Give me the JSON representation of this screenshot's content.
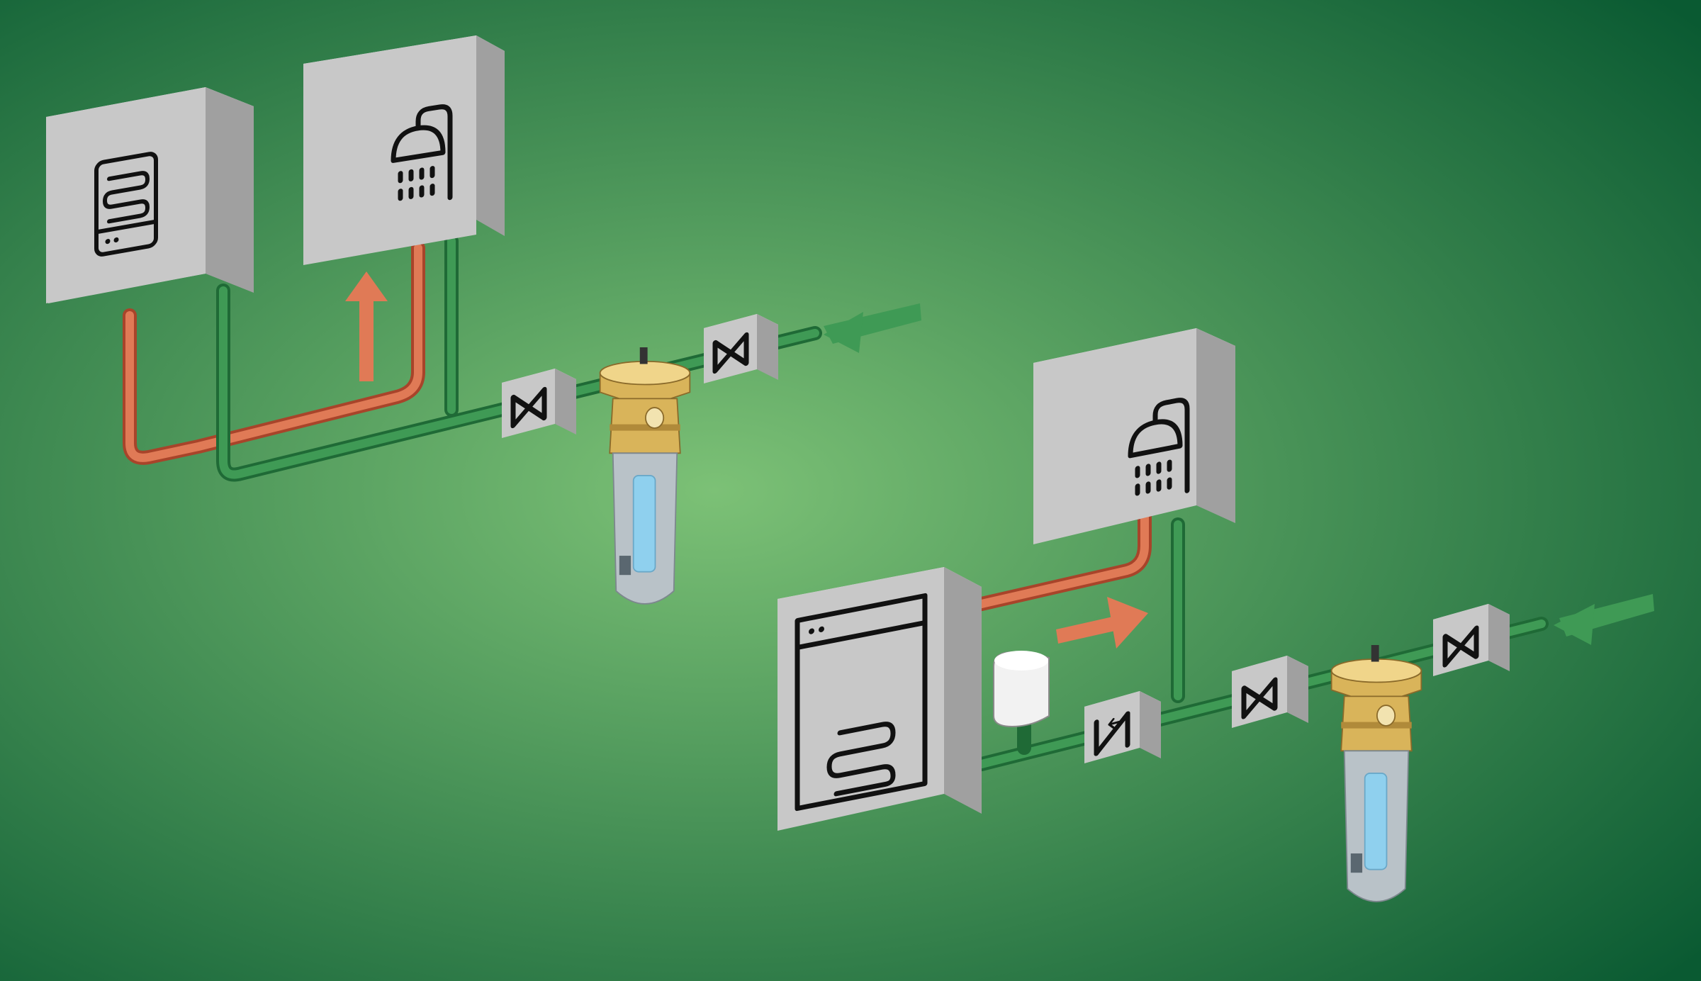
{
  "colors": {
    "background_center": "#7cc176",
    "background_edge": "#0a5a32",
    "cold_pipe": "#3f9a55",
    "cold_pipe_dark": "#1f6a36",
    "hot_pipe": "#e07a56",
    "hot_pipe_dark": "#a8442a",
    "box_front": "#c8c8c8",
    "box_top": "#e6e6e6",
    "box_side": "#a0a0a0",
    "symbol": "#111111",
    "brass": "#d9b45a",
    "filter_bowl": "#b9c2c8",
    "filter_window": "#8fd0ee"
  },
  "diagram": {
    "top_left_system": {
      "appliances": [
        {
          "name": "instantaneous-water-heater",
          "icon": "water-heater-icon"
        },
        {
          "name": "shower-unit",
          "icon": "shower-icon"
        }
      ],
      "valves": [
        "shutoff-valve",
        "shutoff-valve"
      ],
      "filter": "water-filter",
      "arrows": [
        "cold-water-inflow-arrow",
        "hot-water-flow-arrow-up"
      ]
    },
    "bottom_right_system": {
      "appliances": [
        {
          "name": "hot-water-storage-tank",
          "icon": "heating-coil-icon"
        },
        {
          "name": "shower-unit",
          "icon": "shower-icon"
        }
      ],
      "valves": [
        "check-valve",
        "shutoff-valve",
        "shutoff-valve"
      ],
      "filter": "water-filter",
      "expansion_vessel": "expansion-vessel",
      "arrows": [
        "cold-water-inflow-arrow",
        "hot-water-flow-arrow-right"
      ]
    }
  }
}
